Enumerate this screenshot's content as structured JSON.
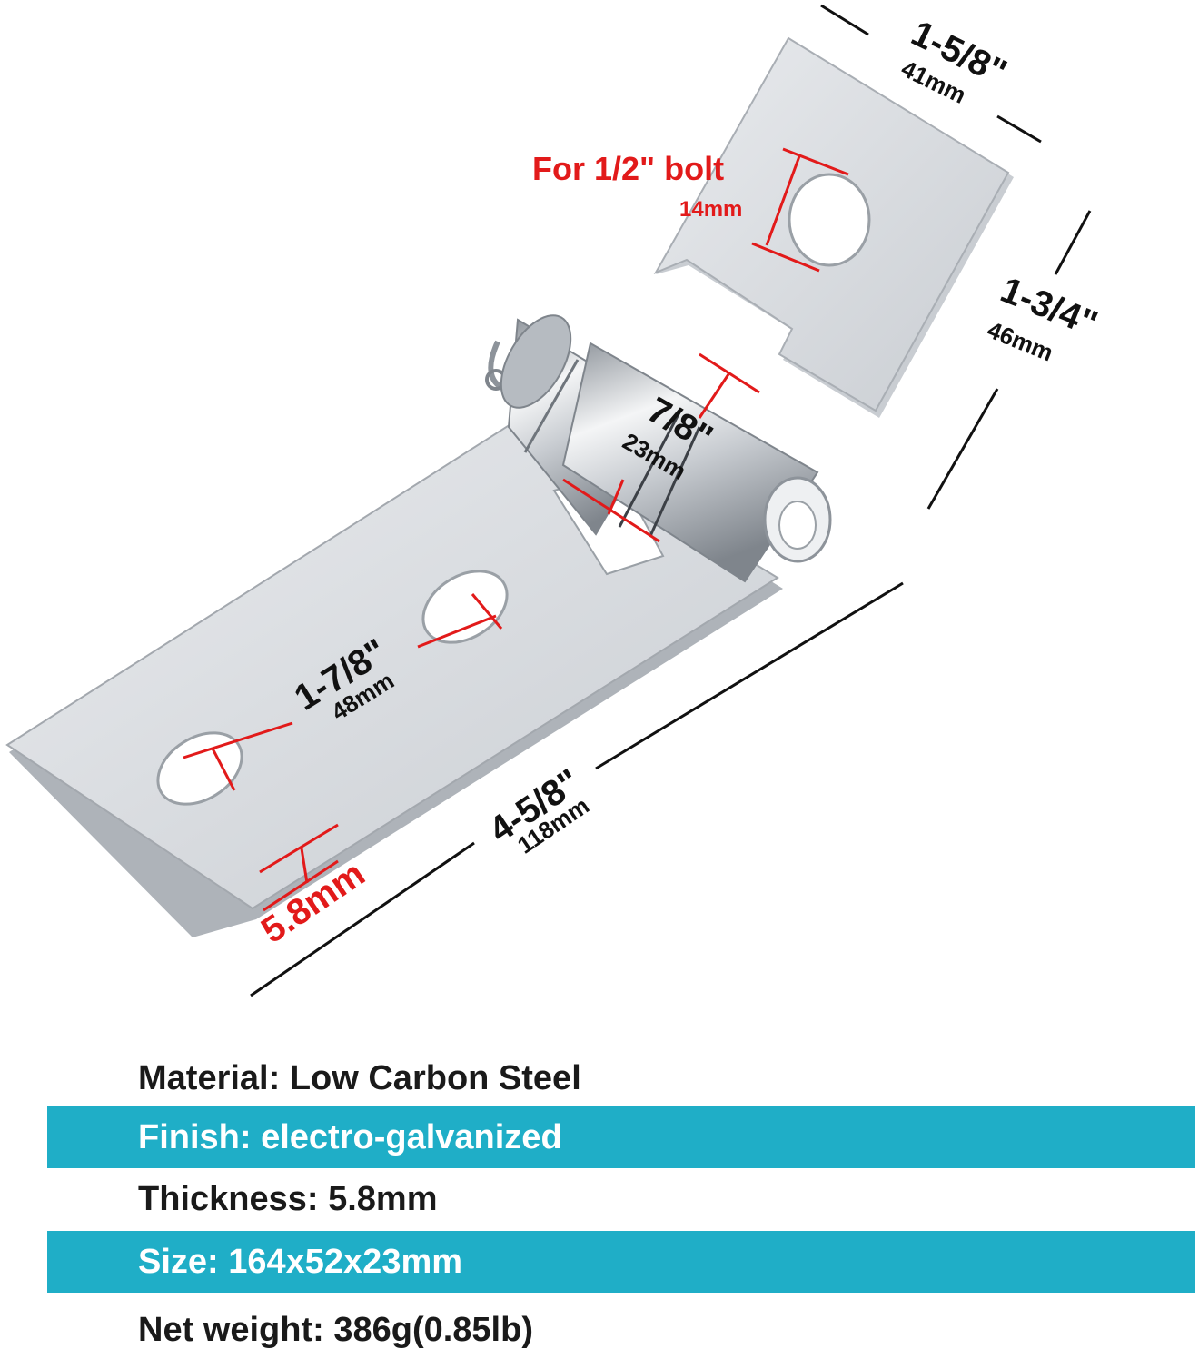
{
  "colors": {
    "band": "#1faec7",
    "steel_light": "#e6e8eb",
    "steel_mid": "#c4c8cd",
    "steel_dark": "#8e949b",
    "dimension_line": "#111111",
    "annotation_red": "#e21a1a"
  },
  "dimensions": {
    "top_width_in": "1-5/8\"",
    "top_width_mm": "41mm",
    "bolt_label": "For 1/2\" bolt",
    "bolt_mm": "14mm",
    "top_height_in": "1-3/4\"",
    "top_height_mm": "46mm",
    "barrel_in": "7/8\"",
    "barrel_mm": "23mm",
    "hole_spacing_in": "1-7/8\"",
    "hole_spacing_mm": "48mm",
    "length_in": "4-5/8\"",
    "length_mm": "118mm",
    "thickness_mm": "5.8mm"
  },
  "specs": [
    {
      "label": "Material: Low Carbon Steel",
      "highlight": false
    },
    {
      "label": "Finish: electro-galvanized",
      "highlight": true
    },
    {
      "label": "Thickness: 5.8mm",
      "highlight": false
    },
    {
      "label": "Size: 164x52x23mm",
      "highlight": true
    },
    {
      "label": "Net weight: 386g(0.85lb)",
      "highlight": false
    }
  ]
}
